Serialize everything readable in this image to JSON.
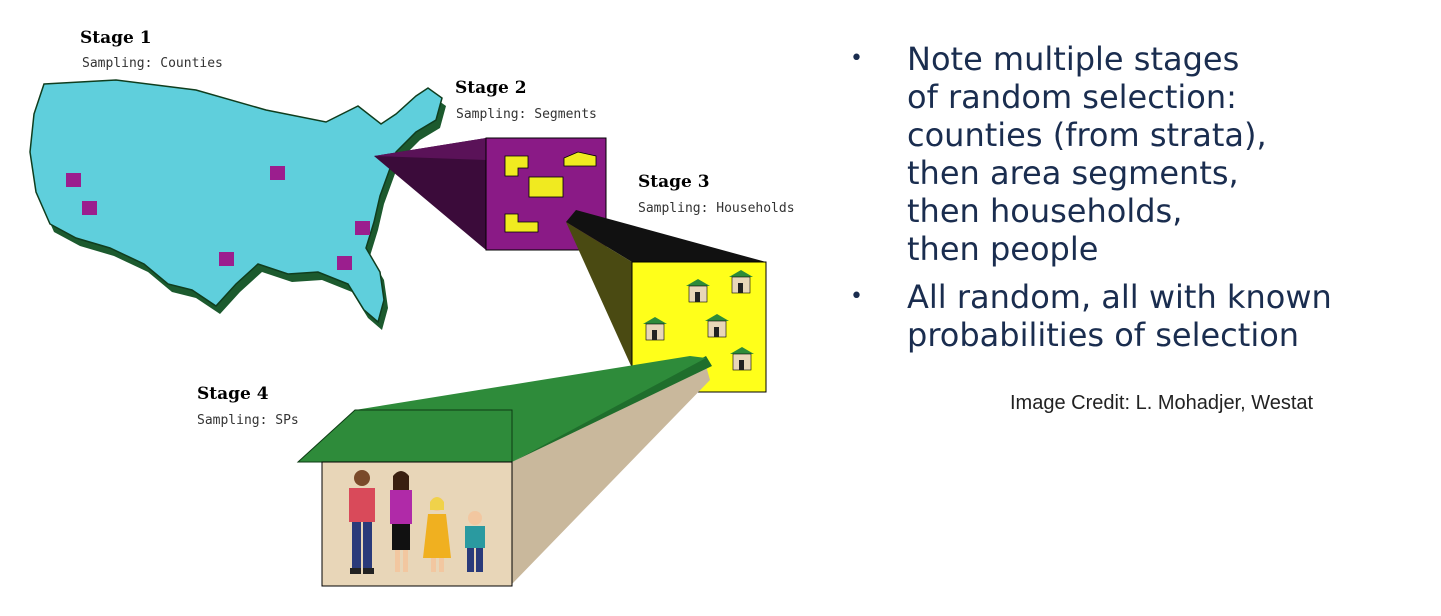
{
  "stages": [
    {
      "title": "Stage 1",
      "subtitle": "Sampling: Counties"
    },
    {
      "title": "Stage 2",
      "subtitle": "Sampling: Segments"
    },
    {
      "title": "Stage 3",
      "subtitle": "Sampling: Households"
    },
    {
      "title": "Stage 4",
      "subtitle": "Sampling: SPs"
    }
  ],
  "bullets": [
    {
      "lines": [
        "Note multiple stages",
        "of random selection:",
        "counties (from strata),",
        "then area segments,",
        "then households,",
        "then people"
      ]
    },
    {
      "lines": [
        "All random, all with known",
        "probabilities of selection"
      ]
    }
  ],
  "bullet_marker": "•",
  "credit": "Image Credit: L. Mohadjer, Westat",
  "colors": {
    "map_fill": "#5fcfdc",
    "map_shadow": "#1c5a2e",
    "county": "#9b1e8e",
    "segment_fill": "#8a1a86",
    "segment_tunnel": "#3b0b3a",
    "block": "#f0ea20",
    "household_fill": "#ffff1a",
    "household_tunnel": "#4a4a12",
    "roof": "#2e8b3a",
    "wall": "#e8d6b8",
    "text_blue": "#1a2d4f"
  }
}
